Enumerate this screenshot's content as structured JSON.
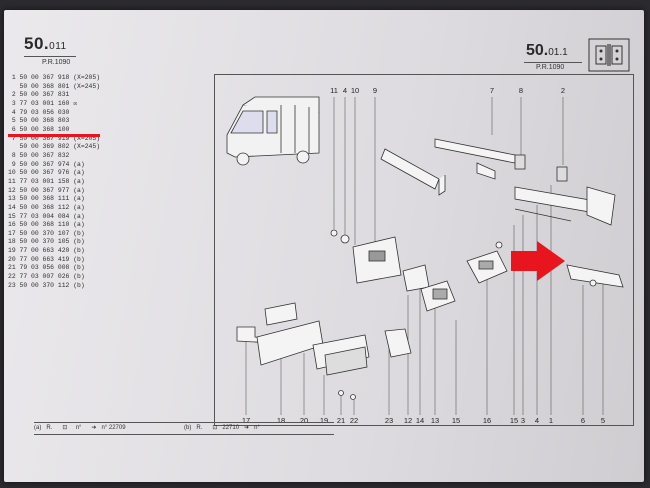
{
  "header": {
    "left_ref_main": "50.",
    "left_ref_suffix": "011",
    "left_sub": "P.R.1090",
    "right_ref_main": "50.",
    "right_ref_suffix": "01.1",
    "right_sub": "P.R.1090"
  },
  "parts": [
    " 1 50 00 367 918 (X=205)",
    "   50 00 368 801 (X=245)",
    " 2 50 00 367 831",
    " 3 77 03 001 160 ☒",
    " 4 79 03 056 030",
    " 5 50 00 368 803",
    " 6 50 00 368 100",
    " 7 50 00 367 919 (X=205)",
    "   50 00 369 802 (X=245)",
    " 8 50 00 367 832",
    " 9 50 00 367 974 (a)",
    "10 50 00 367 976 (a)",
    "11 77 03 001 158 (a)",
    "12 50 00 367 977 (a)",
    "13 50 00 368 111 (a)",
    "14 50 00 368 112 (a)",
    "15 77 03 004 084 (a)",
    "16 50 00 368 110 (a)",
    "17 50 00 370 107 (b)",
    "18 50 00 370 105 (b)",
    "19 77 00 663 420 (b)",
    "20 77 00 663 419 (b)",
    "21 79 03 056 008 (b)",
    "22 77 03 007 026 (b)",
    "23 50 00 370 112 (b)"
  ],
  "callouts_top": [
    "11",
    "4",
    "10",
    "9",
    "7",
    "8",
    "2"
  ],
  "callouts_bottom": [
    "17",
    "18",
    "20",
    "19",
    "21",
    "22",
    "23",
    "12",
    "14",
    "13",
    "15",
    "16",
    "15",
    "3",
    "4",
    "1",
    "6",
    "5"
  ],
  "footer": {
    "left": "(a)   R.      ⊡     n°      ➜   n° 22709",
    "right": "(b)   R.      ⊡   22710   ➜   n°"
  },
  "annotation": {
    "arrow_color": "#e8141e",
    "underline_color": "#e8141e"
  }
}
